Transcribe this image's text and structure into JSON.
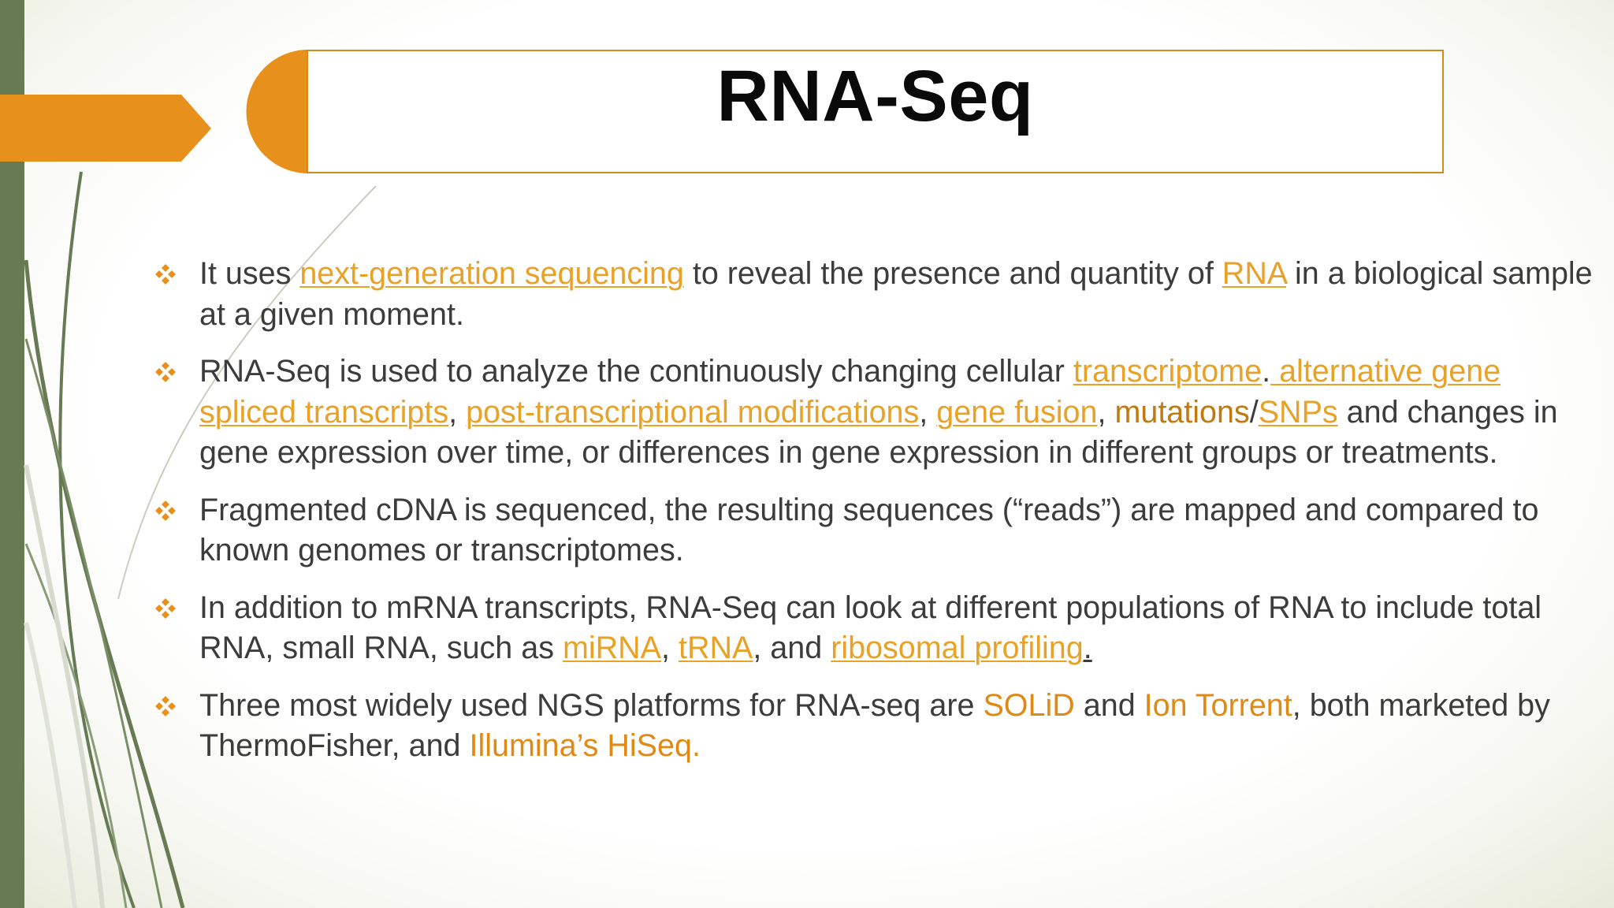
{
  "title": "RNA-Seq",
  "colors": {
    "accent": "#e8901c",
    "link": "#e8a227",
    "sidebar": "#677a53",
    "text": "#3c3c3c"
  },
  "icons": {
    "bullet": "four-diamond-bullet-icon"
  },
  "bullets": [
    {
      "t0": "It uses ",
      "l0": "next-generation sequencing",
      "t1": " to reveal the presence and quantity of ",
      "l1": "RNA",
      "t2": " in a biological sample at a given moment."
    },
    {
      "t0": "RNA-Seq is used to analyze the continuously changing cellular ",
      "l0": "transcriptome",
      "t1": ".",
      "l1": " alternative gene spliced transcripts",
      "t2": ", ",
      "l2": "post-transcriptional modifications",
      "t3": ", ",
      "l3": "gene fusion",
      "t4": ", ",
      "h0": "mutations",
      "t5": "/",
      "l4": "SNPs",
      "t6": " and changes in gene expression over time, or differences in gene expression in different groups or treatments."
    },
    {
      "t0": "Fragmented cDNA is sequenced, the resulting sequences (“reads”) are mapped and compared to known genomes or transcriptomes."
    },
    {
      "t0": " In addition to mRNA transcripts, RNA-Seq can look at different populations of RNA to include total RNA, small RNA, such as ",
      "l0": "miRNA",
      "t1": ", ",
      "l1": "tRNA",
      "t2": ", and ",
      "l2": "ribosomal profiling",
      "t3": "."
    },
    {
      "t0": "Three most widely used NGS platforms for RNA-seq are ",
      "h0": "SOLiD",
      "t1": " and ",
      "h1": "Ion Torrent",
      "t2": ", both marketed by ThermoFisher, and ",
      "h2": "Illumina’s HiSeq."
    }
  ]
}
